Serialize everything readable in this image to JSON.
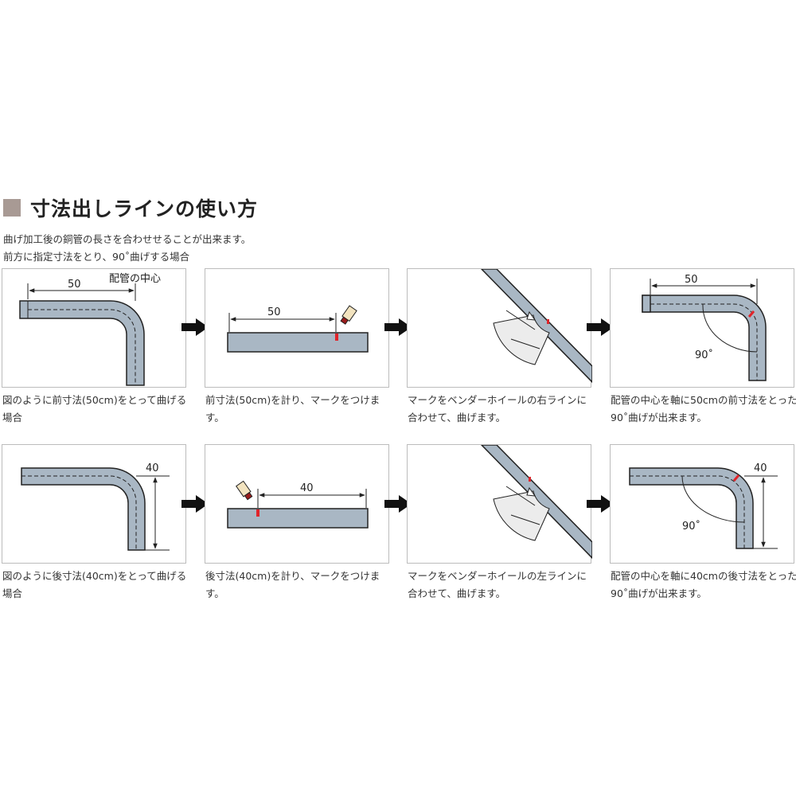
{
  "heading": {
    "title": "寸法出しラインの使い方",
    "intro_line1": "曲げ加工後の銅管の長さを合わせせることが出来ます。",
    "intro_line2": "前方に指定寸法をとり、90˚曲げする場合"
  },
  "colors": {
    "pipe": "#a9b7c4",
    "outline": "#222222",
    "mark": "#e0242a",
    "title_square": "#a89a94"
  },
  "row1": {
    "step1": {
      "dim": "50",
      "center_label": "配管の中心",
      "caption": "図のように前寸法(50cm)をとって曲げる場合"
    },
    "step2": {
      "dim": "50",
      "caption": "前寸法(50cm)を計り、マークをつけます。"
    },
    "step3": {
      "caption": "マークをベンダーホイールの右ラインに合わせて、曲げます。"
    },
    "step4": {
      "dim": "50",
      "angle": "90˚",
      "caption": "配管の中心を軸に50cmの前寸法をとった90˚曲げが出来ます。"
    }
  },
  "row2": {
    "step1": {
      "dim": "40",
      "caption": "図のように後寸法(40cm)をとって曲げる場合"
    },
    "step2": {
      "dim": "40",
      "caption": "後寸法(40cm)を計り、マークをつけます。"
    },
    "step3": {
      "caption": "マークをベンダーホイールの左ラインに合わせて、曲げます。"
    },
    "step4": {
      "dim": "40",
      "angle": "90˚",
      "caption": "配管の中心を軸に40cmの後寸法をとった90˚曲げが出来ます。"
    }
  }
}
